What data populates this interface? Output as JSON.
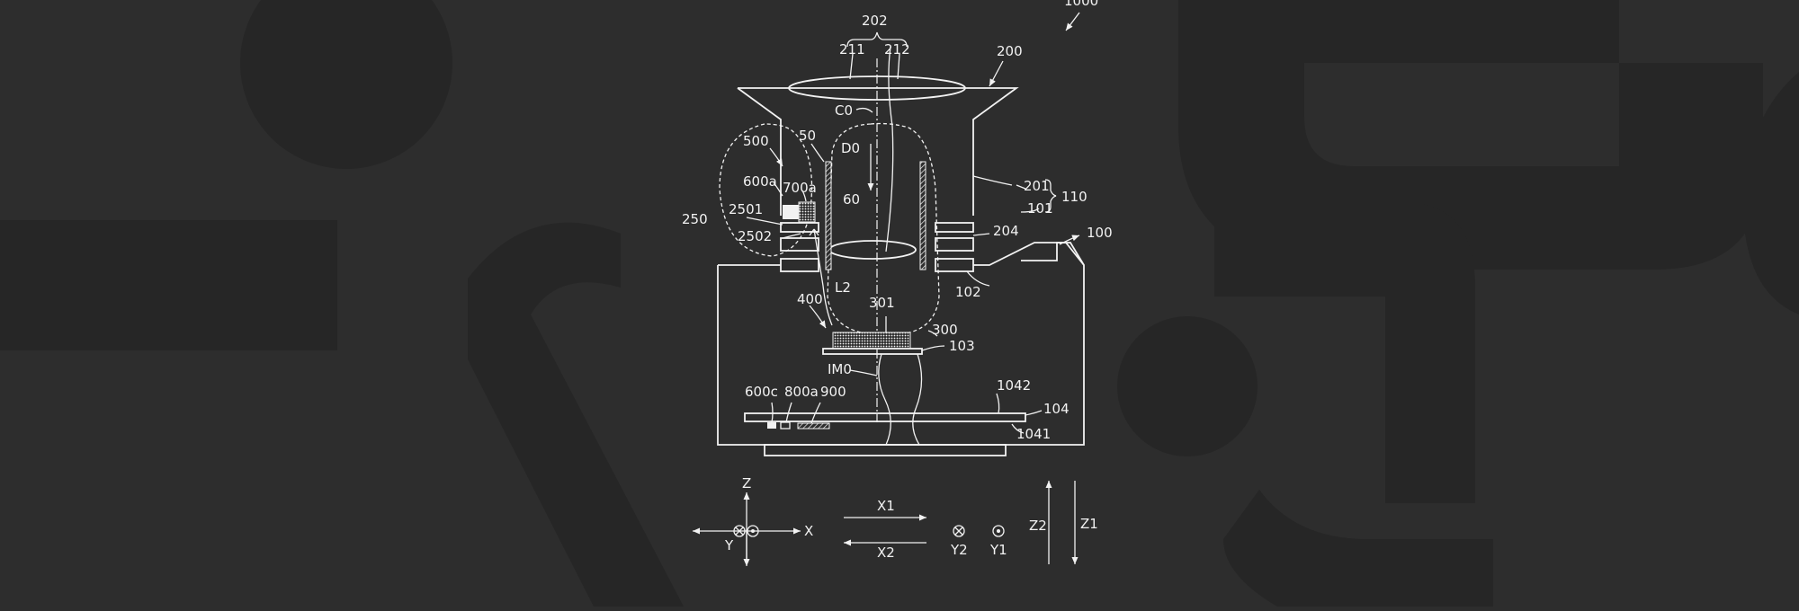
{
  "figure_number": "1000",
  "labels": {
    "l202": "202",
    "l211": "211",
    "l212": "212",
    "l200": "200",
    "lC0": "C0",
    "l500": "500",
    "l50": "50",
    "lD0": "D0",
    "l600a": "600a",
    "l700a": "700a",
    "l60": "60",
    "l201": "201",
    "l110": "110",
    "l101": "101",
    "l2501": "2501",
    "l250": "250",
    "l2502": "2502",
    "l204": "204",
    "l100": "100",
    "lL2": "L2",
    "l102": "102",
    "l400": "400",
    "l301": "301",
    "l300": "300",
    "l103": "103",
    "lIM0": "IM0",
    "l600c": "600c",
    "l800a": "800a",
    "l900": "900",
    "l1042": "1042",
    "l104": "104",
    "l1041": "1041"
  },
  "axes": {
    "z": "Z",
    "x": "X",
    "y": "Y",
    "x1": "X1",
    "x2": "X2",
    "y1": "Y1",
    "y2": "Y2",
    "z1": "Z1",
    "z2": "Z2"
  },
  "colors": {
    "background": "#2d2d2d",
    "background_shapes": "#262626",
    "line": "#f2f2f2"
  }
}
